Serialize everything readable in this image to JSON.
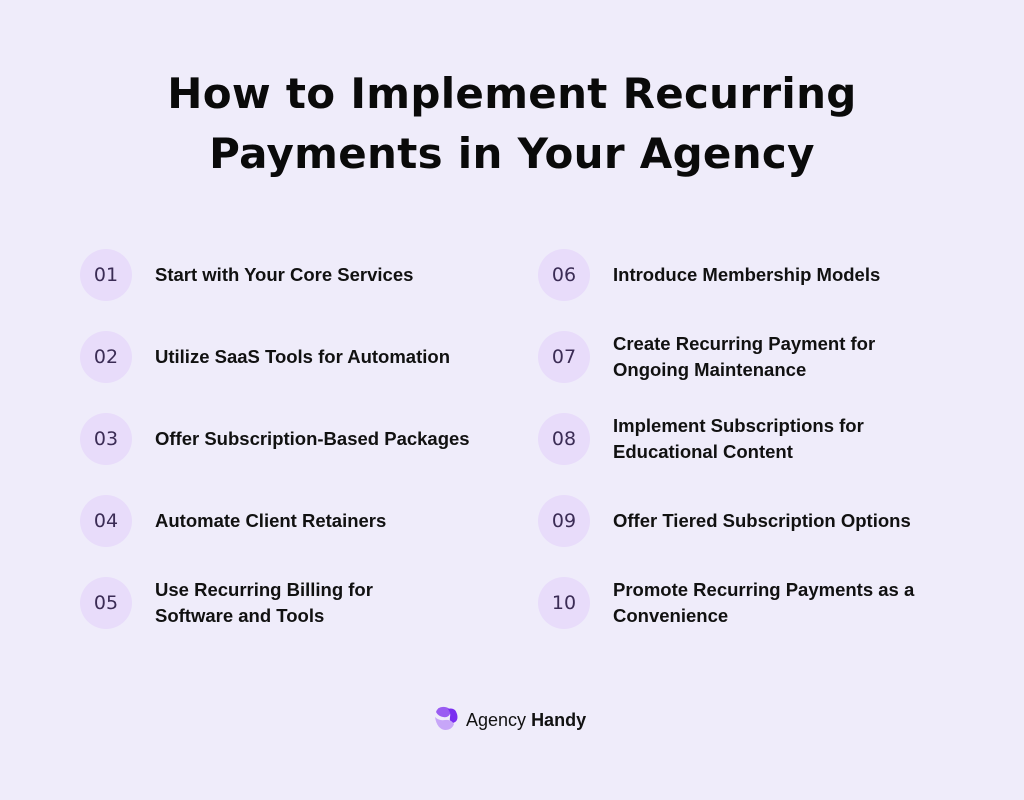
{
  "title": {
    "line1": "How to Implement Recurring",
    "line2": "Payments in Your Agency"
  },
  "left_items": [
    {
      "number": "01",
      "label": "Start with Your Core Services"
    },
    {
      "number": "02",
      "label": "Utilize SaaS Tools for Automation"
    },
    {
      "number": "03",
      "label": "Offer Subscription-Based Packages"
    },
    {
      "number": "04",
      "label": "Automate Client Retainers"
    },
    {
      "number": "05",
      "label": "Use Recurring Billing for\nSoftware and Tools"
    }
  ],
  "right_items": [
    {
      "number": "06",
      "label": "Introduce Membership Models"
    },
    {
      "number": "07",
      "label": "Create Recurring Payment for\nOngoing Maintenance"
    },
    {
      "number": "08",
      "label": "Implement Subscriptions for\nEducational Content"
    },
    {
      "number": "09",
      "label": "Offer Tiered Subscription Options"
    },
    {
      "number": "10",
      "label": "Promote Recurring Payments as a\nConvenience"
    }
  ],
  "brand": {
    "icon": "agency-handy-logo-icon",
    "name_regular": "Agency",
    "name_bold": "Handy"
  },
  "colors": {
    "background": "#efecfa",
    "circle": "#e8dcfa",
    "number_text": "#3b2c55",
    "logo_primary": "#8b4cf0",
    "logo_secondary": "#c4a0f7"
  }
}
